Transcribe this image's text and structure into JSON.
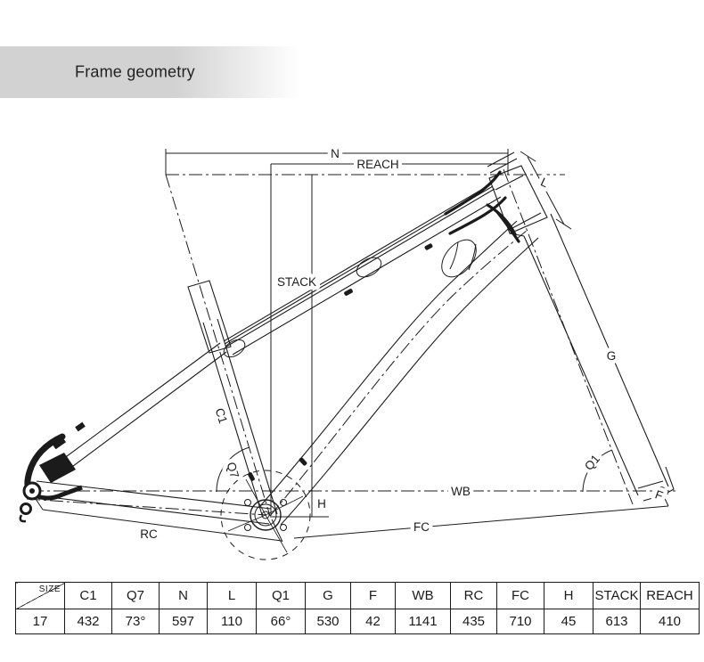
{
  "header": {
    "title": "Frame geometry"
  },
  "colors": {
    "title_band": "#d2d2d2",
    "title_text": "#222222",
    "line": "#1c1c1c",
    "dark_parts": "#1b1b1b",
    "table_border": "#1a1a1a",
    "background": "#ffffff"
  },
  "diagram": {
    "labels": {
      "n": "N",
      "reach": "REACH",
      "stack": "STACK",
      "c1": "C1",
      "q7": "Q7",
      "h": "H",
      "wb": "WB",
      "rc": "RC",
      "fc": "FC",
      "g": "G",
      "q1": "Q1",
      "l": "L",
      "f": "F"
    }
  },
  "table": {
    "corner_label": "SIZE",
    "columns": [
      "C1",
      "Q7",
      "N",
      "L",
      "Q1",
      "G",
      "F",
      "WB",
      "RC",
      "FC",
      "H",
      "STACK",
      "REACH"
    ],
    "rows": [
      {
        "size": "17",
        "values": [
          "432",
          "73°",
          "597",
          "110",
          "66°",
          "530",
          "42",
          "1141",
          "435",
          "710",
          "45",
          "613",
          "410"
        ]
      }
    ]
  }
}
